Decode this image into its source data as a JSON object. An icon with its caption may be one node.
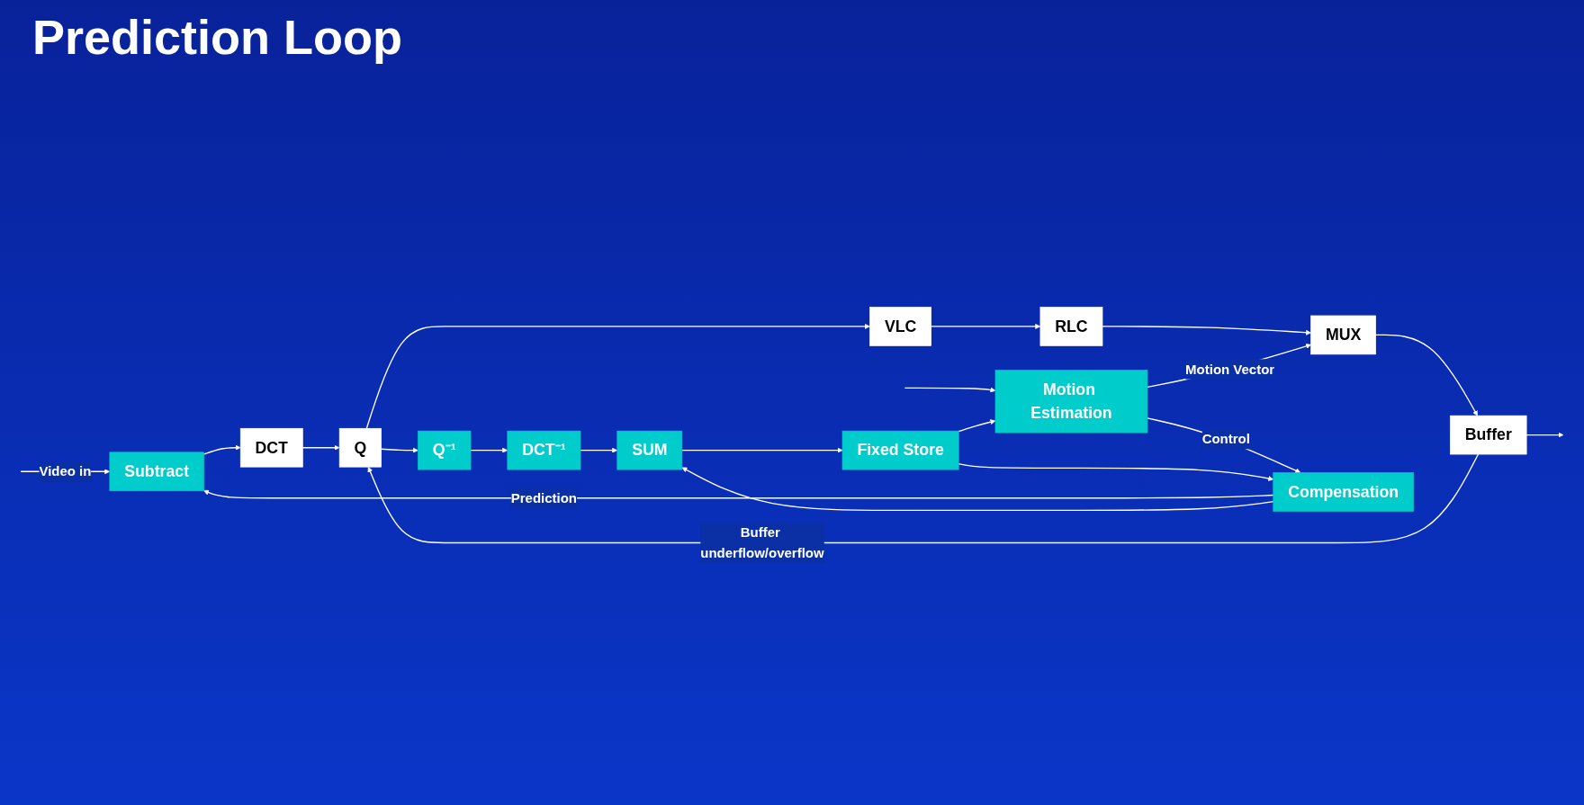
{
  "diagram": {
    "title": "Prediction Loop",
    "nodes": [
      {
        "text": [
          "Subtract"
        ]
      },
      {
        "text": [
          "DCT"
        ]
      },
      {
        "text": [
          "Q"
        ]
      },
      {
        "text": [
          "VLC"
        ]
      },
      {
        "text": [
          "RLC"
        ]
      },
      {
        "text": [
          "MUX"
        ]
      },
      {
        "text": [
          "Buffer"
        ]
      },
      {
        "text": [
          "Q⁻¹"
        ]
      },
      {
        "text": [
          "DCT⁻¹"
        ]
      },
      {
        "text": [
          "SUM"
        ]
      },
      {
        "text": [
          "Fixed Store"
        ]
      },
      {
        "text": [
          "Compensation"
        ]
      },
      {
        "text": [
          "Motion Estimation"
        ]
      }
    ],
    "edges": [
      {
        "from": null,
        "to": 0,
        "arrow": "to",
        "label": "Video in"
      },
      {
        "from": null,
        "to": 12,
        "arrow": "to"
      },
      {
        "from": 0,
        "to": 1,
        "arrow": "to"
      },
      {
        "from": 1,
        "to": 2,
        "arrow": "to"
      },
      {
        "from": 2,
        "to": 3,
        "arrow": "to"
      },
      {
        "from": 2,
        "to": 7,
        "arrow": "to"
      },
      {
        "from": 3,
        "to": 4,
        "arrow": "to"
      },
      {
        "from": 4,
        "to": 5,
        "arrow": "to"
      },
      {
        "from": 5,
        "to": 6,
        "arrow": "to"
      },
      {
        "from": 6,
        "to": 2,
        "arrow": "to",
        "label": "Buffer underflow/overflow"
      },
      {
        "from": 6,
        "to": null,
        "arrow": "to"
      },
      {
        "from": 7,
        "to": 8,
        "arrow": "to"
      },
      {
        "from": 8,
        "to": 9,
        "arrow": "to"
      },
      {
        "from": 9,
        "to": 10,
        "arrow": "to"
      },
      {
        "from": 11,
        "to": 0,
        "arrow": "to",
        "label": "Prediction"
      },
      {
        "from": 11,
        "to": 9,
        "arrow": "to"
      },
      {
        "from": 12,
        "to": 11,
        "arrow": "to",
        "label": "Control"
      },
      {
        "from": 10,
        "to": 11,
        "arrow": "to"
      },
      {
        "from": 10,
        "to": 12,
        "arrow": "to"
      },
      {
        "from": 12,
        "to": 5,
        "arrow": "to",
        "label": "Motion Vector"
      }
    ]
  }
}
